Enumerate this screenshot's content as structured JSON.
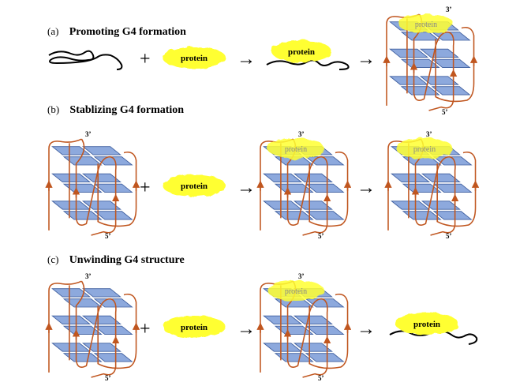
{
  "rows": [
    {
      "letter": "(a)",
      "title": "Promoting G4 formation"
    },
    {
      "letter": "(b)",
      "title": "Stablizing G4 formation"
    },
    {
      "letter": "(c)",
      "title": "Unwinding G4 structure"
    }
  ],
  "labels": {
    "protein": "protein",
    "plus": "+",
    "arrow": "→",
    "end3": "3’",
    "end5": "5’"
  },
  "colors": {
    "tetrad_fill": "#8da9dd",
    "tetrad_stroke": "#3f5f9f",
    "strand": "#c0561f",
    "protein": "#ffff33",
    "bound_overlay": "#8fae62"
  }
}
